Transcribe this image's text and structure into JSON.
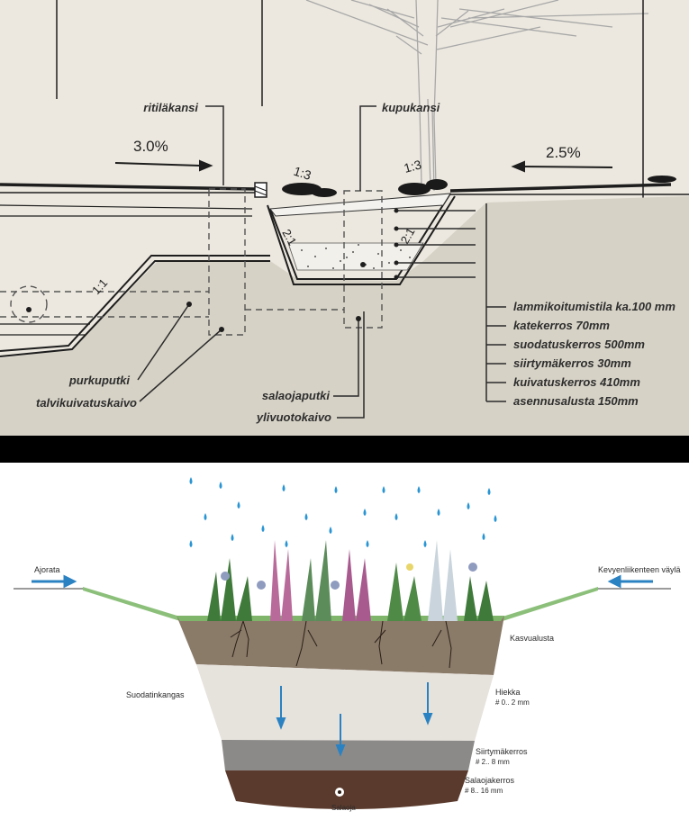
{
  "section": {
    "callouts": {
      "ritilakansi": "ritiläkansi",
      "kupukansi": "kupukansi",
      "purkuputki": "purkuputki",
      "talvikuivatuskaivo": "talvikuivatuskaivo",
      "salaojaputki": "salaojaputki",
      "ylivuotokaivo": "ylivuotokaivo"
    },
    "grades": {
      "left": "3.0%",
      "right": "2.5%"
    },
    "slopes": {
      "left_top": "1:3",
      "right_top": "1:3",
      "left_mid": "2:1",
      "right_mid": "2:1",
      "outer": "1:1"
    },
    "layers": [
      "lammikoitumistila ka.100 mm",
      "katekerros 70mm",
      "suodatuskerros 500mm",
      "siirtymäkerros 30mm",
      "kuivatuskerros 410mm",
      "asennusalusta 150mm"
    ]
  },
  "illustration": {
    "left_road": "Ajorata",
    "right_path": "Kevyenliikenteen väylä",
    "layers": {
      "growing": "Kasvualusta",
      "sand": "Hiekka",
      "sand_grain": "# 0.. 2 mm",
      "transition": "Siirtymäkerros",
      "transition_grain": "# 2.. 8 mm",
      "drainage": "Salaojakerros",
      "drainage_grain": "# 8.. 16 mm"
    },
    "fabric": "Suodatinkangas",
    "drain": "Salaoja"
  },
  "colors": {
    "top_bg": "#ece8df",
    "soil": "#d6d2c6",
    "growing": "#8a7a68",
    "sand": "#e6e2dc",
    "transition": "#8c8a88",
    "drainage": "#5a3a2c",
    "arrow_blue": "#2a82c2",
    "rain_blue": "#2a95d3"
  }
}
